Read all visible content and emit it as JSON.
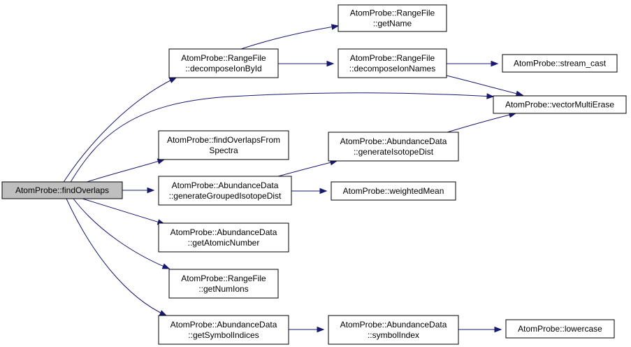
{
  "graph": {
    "colors": {
      "edge": "#191970",
      "node_fill": "#ffffff",
      "root_fill": "#bfbfbf",
      "node_border": "#000000"
    },
    "nodes": [
      {
        "id": "findOverlaps",
        "lines": [
          "AtomProbe::findOverlaps"
        ],
        "highlight": true
      },
      {
        "id": "decomposeIonById",
        "lines": [
          "AtomProbe::RangeFile",
          "::decomposeIonById"
        ]
      },
      {
        "id": "getName",
        "lines": [
          "AtomProbe::RangeFile",
          "::getName"
        ]
      },
      {
        "id": "decomposeIonNames",
        "lines": [
          "AtomProbe::RangeFile",
          "::decomposeIonNames"
        ]
      },
      {
        "id": "stream_cast",
        "lines": [
          "AtomProbe::stream_cast"
        ]
      },
      {
        "id": "vectorMultiErase",
        "lines": [
          "AtomProbe::vectorMultiErase"
        ]
      },
      {
        "id": "findOverlapsFromSpectra",
        "lines": [
          "AtomProbe::findOverlapsFrom",
          "Spectra"
        ]
      },
      {
        "id": "generateIsotopeDist",
        "lines": [
          "AtomProbe::AbundanceData",
          "::generateIsotopeDist"
        ]
      },
      {
        "id": "generateGroupedIsotopeDist",
        "lines": [
          "AtomProbe::AbundanceData",
          "::generateGroupedIsotopeDist"
        ]
      },
      {
        "id": "weightedMean",
        "lines": [
          "AtomProbe::weightedMean"
        ]
      },
      {
        "id": "getAtomicNumber",
        "lines": [
          "AtomProbe::AbundanceData",
          "::getAtomicNumber"
        ]
      },
      {
        "id": "getNumIons",
        "lines": [
          "AtomProbe::RangeFile",
          "::getNumIons"
        ]
      },
      {
        "id": "getSymbolIndices",
        "lines": [
          "AtomProbe::AbundanceData",
          "::getSymbolIndices"
        ]
      },
      {
        "id": "symbolIndex",
        "lines": [
          "AtomProbe::AbundanceData",
          "::symbolIndex"
        ]
      },
      {
        "id": "lowercase",
        "lines": [
          "AtomProbe::lowercase"
        ]
      }
    ],
    "edges": [
      {
        "from": "findOverlaps",
        "to": "decomposeIonById"
      },
      {
        "from": "findOverlaps",
        "to": "vectorMultiErase"
      },
      {
        "from": "findOverlaps",
        "to": "findOverlapsFromSpectra"
      },
      {
        "from": "findOverlaps",
        "to": "generateGroupedIsotopeDist"
      },
      {
        "from": "findOverlaps",
        "to": "getAtomicNumber"
      },
      {
        "from": "findOverlaps",
        "to": "getNumIons"
      },
      {
        "from": "findOverlaps",
        "to": "getSymbolIndices"
      },
      {
        "from": "decomposeIonById",
        "to": "getName"
      },
      {
        "from": "decomposeIonById",
        "to": "decomposeIonNames"
      },
      {
        "from": "decomposeIonNames",
        "to": "stream_cast"
      },
      {
        "from": "decomposeIonNames",
        "to": "vectorMultiErase"
      },
      {
        "from": "generateGroupedIsotopeDist",
        "to": "generateIsotopeDist"
      },
      {
        "from": "generateGroupedIsotopeDist",
        "to": "weightedMean"
      },
      {
        "from": "generateIsotopeDist",
        "to": "vectorMultiErase"
      },
      {
        "from": "getSymbolIndices",
        "to": "symbolIndex"
      },
      {
        "from": "symbolIndex",
        "to": "lowercase"
      }
    ]
  }
}
